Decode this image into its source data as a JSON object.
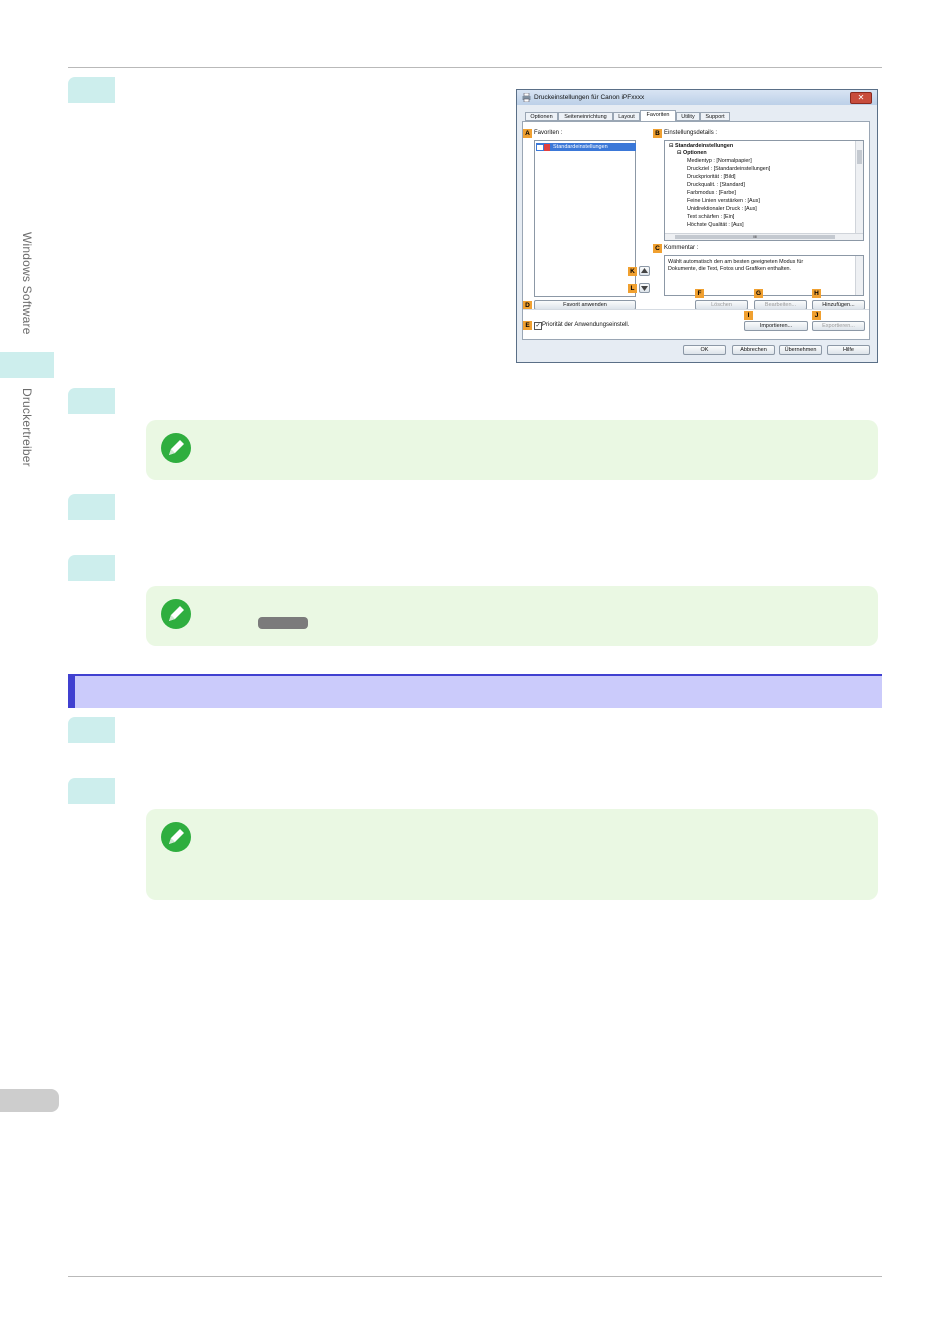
{
  "sidebar": {
    "section_1": "Windows Software",
    "section_2": "Druckertreiber"
  },
  "dialog": {
    "title": "Druckeinstellungen für Canon iPFxxxx",
    "close_symbol": "✕",
    "tabs": [
      "Optionen",
      "Seiteneinrichtung",
      "Layout",
      "Favoriten",
      "Utility",
      "Support"
    ],
    "active_tab": "Favoriten",
    "favorites_label": "Favoriten :",
    "favorites_item": "Standardeinstellungen",
    "details_label": "Einstellungsdetails :",
    "details_tree": [
      "Standardeinstellungen",
      "Optionen",
      "Medientyp : [Normalpapier]",
      "Druckziel : [Standardeinstellungen]",
      "Druckpriorität : [Bild]",
      "Druckqualit. : [Standard]",
      "Farbmodus : [Farbe]",
      "Feine Linien verstärken : [Aus]",
      "Unidirektionaler Druck : [Aus]",
      "Text schärfen : [Ein]",
      "Höchste Qualität : [Aus]"
    ],
    "comment_label": "Kommentar :",
    "comment_text_1": "Wählt automatisch den am besten geeigneten Modus für",
    "comment_text_2": "Dokumente, die Text, Fotos und Grafiken enthalten.",
    "btn_apply_favorite": "Favorit anwenden",
    "btn_delete": "Löschen",
    "btn_edit": "Bearbeiten...",
    "btn_add": "Hinzufügen...",
    "btn_import": "Importieren...",
    "btn_export": "Exportieren...",
    "priority_checkbox": "Priorität der Anwendungseinstell.",
    "btn_ok": "OK",
    "btn_cancel": "Abbrechen",
    "btn_apply": "Übernehmen",
    "btn_help": "Hilfe",
    "scroll_mid": "III",
    "callouts": [
      "A",
      "B",
      "C",
      "D",
      "E",
      "F",
      "G",
      "H",
      "I",
      "J",
      "K",
      "L"
    ]
  }
}
